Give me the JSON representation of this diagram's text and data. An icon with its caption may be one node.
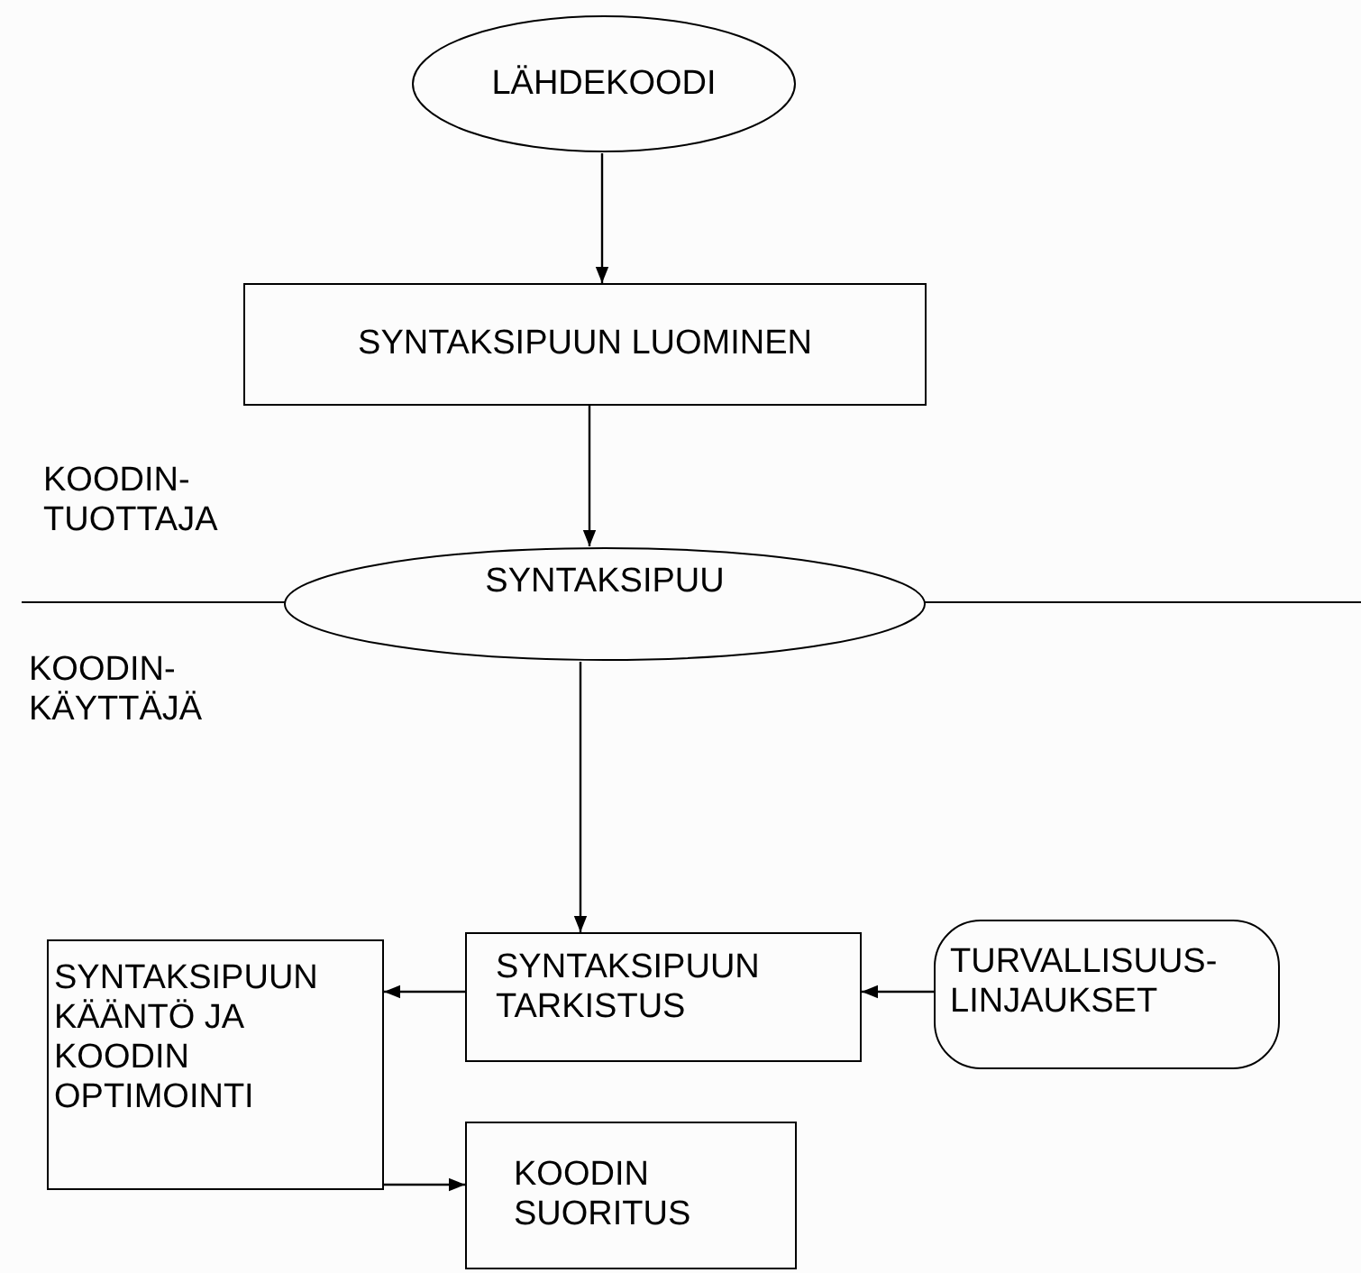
{
  "diagram": {
    "nodes": [
      {
        "text": [
          "LÄHDEKOODI"
        ]
      },
      {
        "text": [
          "SYNTAKSIPUUN LUOMINEN"
        ]
      },
      {
        "text": [
          "SYNTAKSIPUU"
        ]
      },
      {
        "text": [
          "SYNTAKSIPUUN KÄÄNTÖ JA KOODIN OPTIMOINTI"
        ]
      },
      {
        "text": [
          "SYNTAKSIPUUN TARKISTUS"
        ]
      },
      {
        "text": [
          "TURVALLISUUS- LINJAUKSET"
        ]
      },
      {
        "text": [
          "KOODIN SUORITUS"
        ]
      }
    ],
    "edges": [
      {
        "from": 0,
        "to": 1,
        "arrow": "to"
      },
      {
        "from": 1,
        "to": 2,
        "arrow": "to"
      },
      {
        "from": 2,
        "to": 4,
        "arrow": "to"
      },
      {
        "from": 4,
        "to": 3,
        "arrow": "to"
      },
      {
        "from": 5,
        "to": 4,
        "arrow": "to"
      },
      {
        "from": 3,
        "to": 6,
        "arrow": "to"
      }
    ],
    "labels": [
      "KOODIN- TUOTTAJA",
      "KOODIN- KÄYTTÄJÄ"
    ]
  }
}
